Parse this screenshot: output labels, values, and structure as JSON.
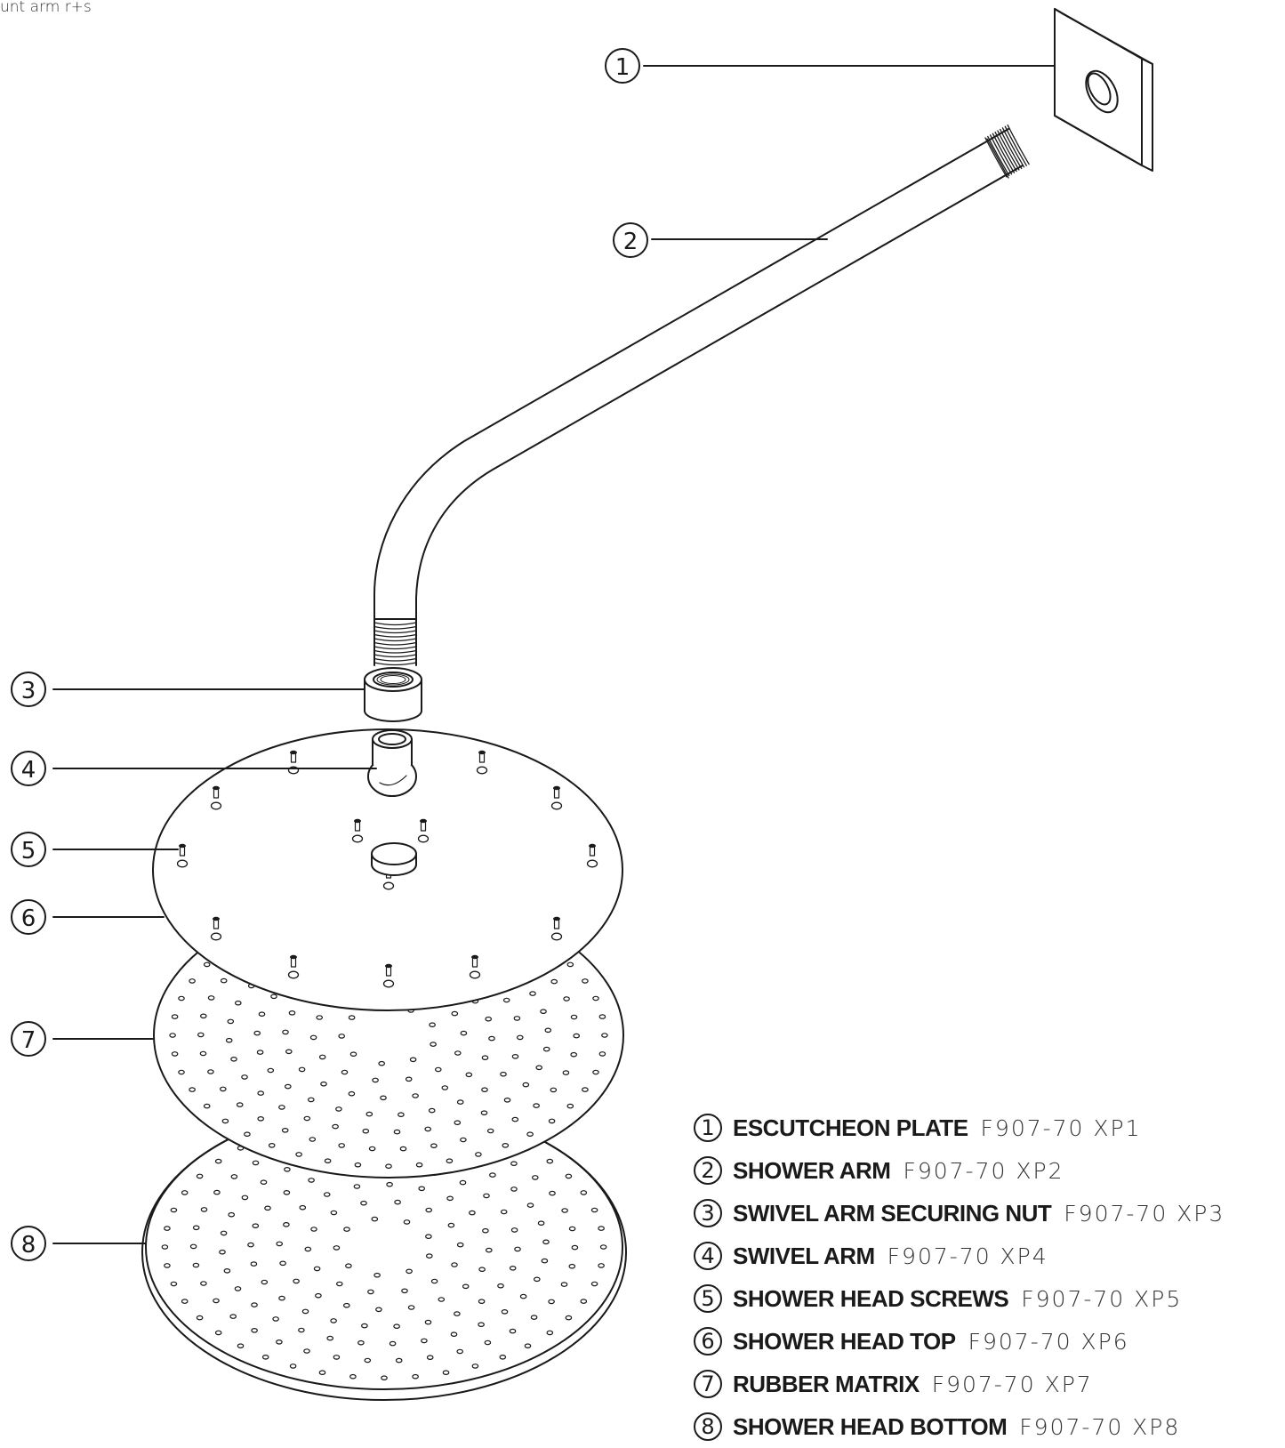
{
  "caption": "unt arm r+s",
  "callouts": [
    "1",
    "2",
    "3",
    "4",
    "5",
    "6",
    "7",
    "8"
  ],
  "parts": [
    {
      "num": "1",
      "name": "ESCUTCHEON PLATE",
      "code": "F907-70 XP1"
    },
    {
      "num": "2",
      "name": "SHOWER ARM",
      "code": "F907-70 XP2"
    },
    {
      "num": "3",
      "name": "SWIVEL ARM SECURING NUT",
      "code": "F907-70 XP3"
    },
    {
      "num": "4",
      "name": "SWIVEL ARM",
      "code": "F907-70 XP4"
    },
    {
      "num": "5",
      "name": "SHOWER HEAD SCREWS",
      "code": "F907-70 XP5"
    },
    {
      "num": "6",
      "name": "SHOWER HEAD TOP",
      "code": "F907-70 XP6"
    },
    {
      "num": "7",
      "name": "RUBBER MATRIX",
      "code": "F907-70 XP7"
    },
    {
      "num": "8",
      "name": "SHOWER HEAD BOTTOM",
      "code": "F907-70 XP8"
    }
  ],
  "colors": {
    "line": "#1a1a1a",
    "background": "#ffffff"
  }
}
